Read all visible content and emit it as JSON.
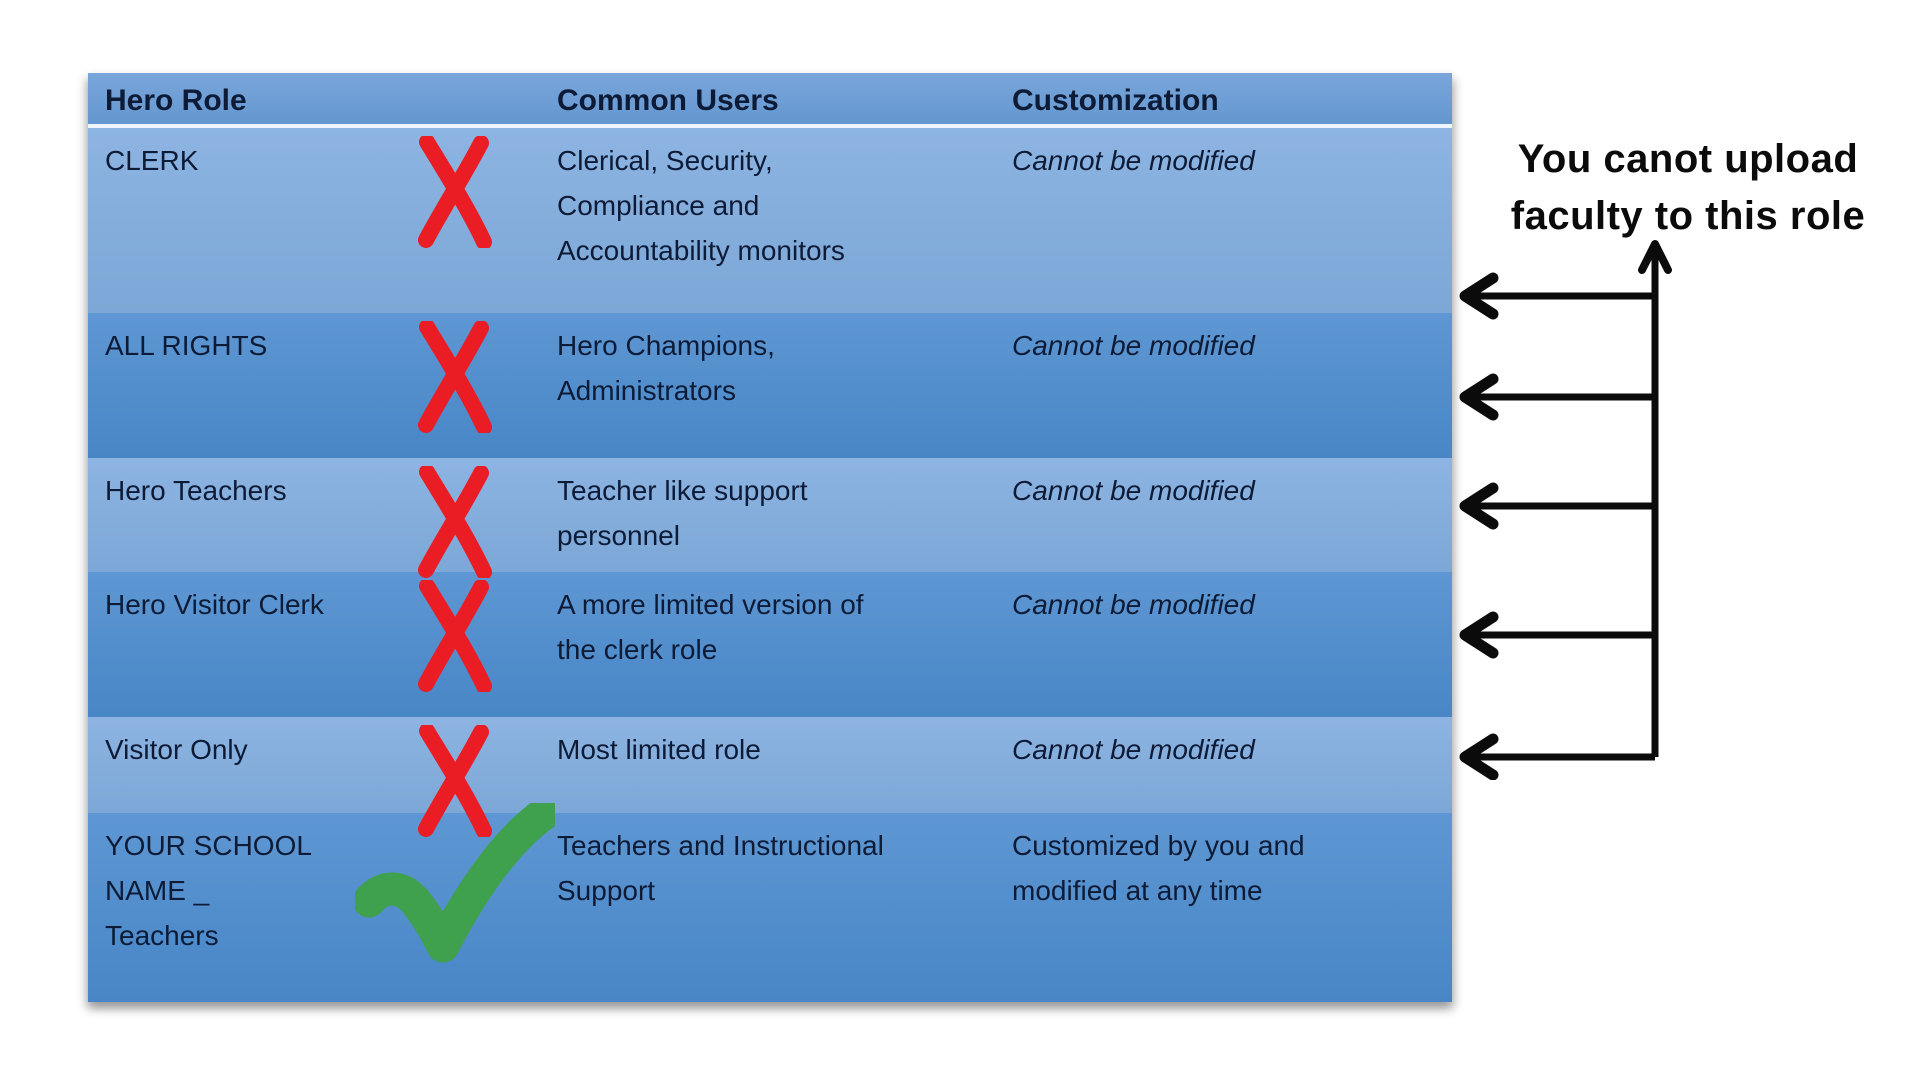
{
  "table": {
    "columns": [
      "Hero Role",
      "Common Users",
      "Customization"
    ],
    "rows": [
      {
        "role": "CLERK",
        "mark": "x",
        "users": "Clerical, Security,\nCompliance and\nAccountability monitors",
        "customization": "Cannot be modified",
        "customization_italic": true,
        "band": "light"
      },
      {
        "role": "ALL RIGHTS",
        "mark": "x",
        "users": "Hero Champions,\nAdministrators",
        "customization": "Cannot be modified",
        "customization_italic": true,
        "band": "dark"
      },
      {
        "role": "Hero Teachers",
        "mark": "x",
        "users": "Teacher like support\npersonnel",
        "customization": "Cannot be modified",
        "customization_italic": true,
        "band": "light"
      },
      {
        "role": "Hero Visitor Clerk",
        "mark": "x",
        "users": "A more limited version of\nthe clerk role",
        "customization": "Cannot be modified",
        "customization_italic": true,
        "band": "dark"
      },
      {
        "role": "Visitor Only",
        "mark": "x",
        "users": "Most limited role",
        "customization": "Cannot be modified",
        "customization_italic": true,
        "band": "light"
      },
      {
        "role": "YOUR SCHOOL NAME _\nTeachers",
        "mark": "check",
        "users": "Teachers and Instructional\nSupport",
        "customization": "Customized by you and\nmodified at any time",
        "customization_italic": false,
        "band": "dark"
      }
    ]
  },
  "annotation": {
    "text": "You canot upload\nfaculty to this role"
  },
  "colors": {
    "background": "#ffffff",
    "table_text": "#0d1b36",
    "header_top": "#79a6db",
    "header_bottom": "#6497cf",
    "header_separator": "#eff5fc",
    "row_light_top": "#8db4e2",
    "row_light_bottom": "#7ca7d6",
    "row_dark_top": "#5e97d3",
    "row_dark_bottom": "#4886c6",
    "x_red": "#ea1c24",
    "check_green": "#3fa04e",
    "arrow_black": "#0b0b0b"
  }
}
